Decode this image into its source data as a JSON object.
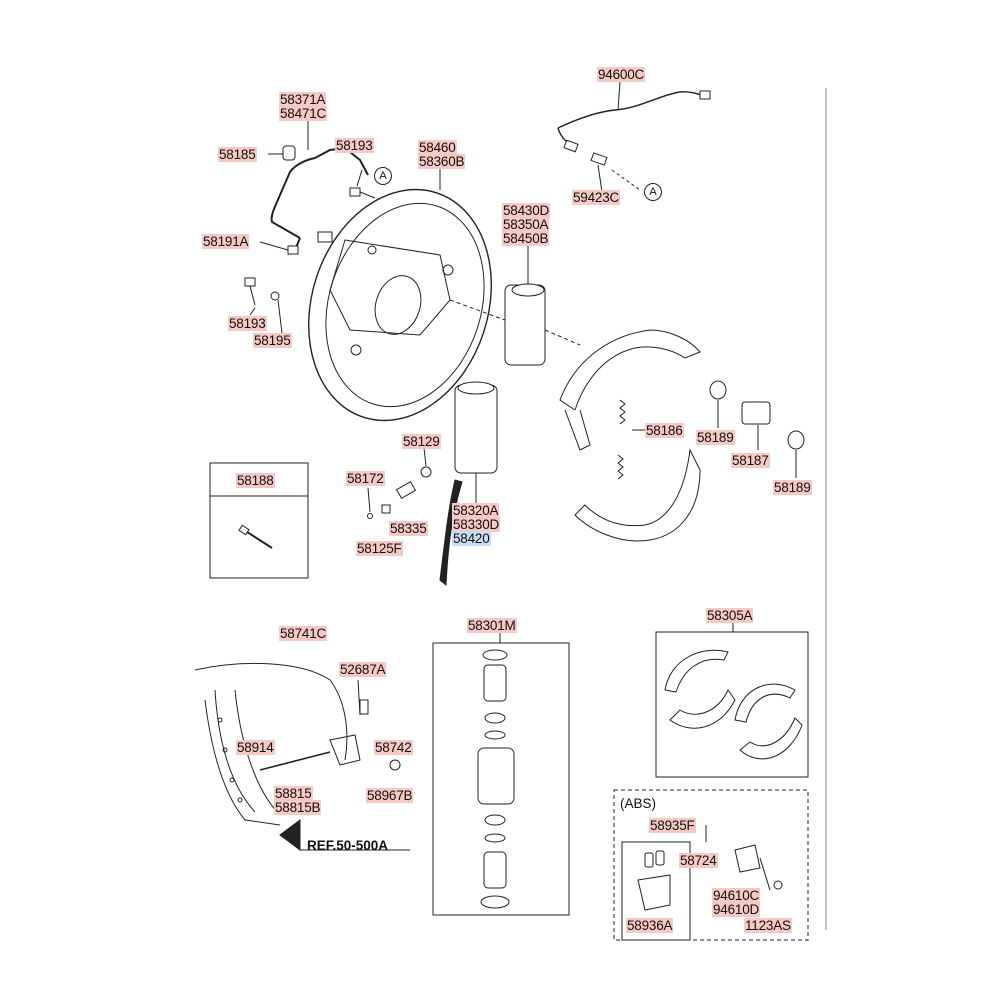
{
  "callouts": {
    "c94600C": "94600C",
    "c58371A": "58371A",
    "c58471C": "58471C",
    "c58185": "58185",
    "c58193a": "58193",
    "c58460": "58460",
    "c58360B": "58360B",
    "c59423C": "59423C",
    "c58430D": "58430D",
    "c58350A": "58350A",
    "c58450B": "58450B",
    "c58191A": "58191A",
    "c58193b": "58193",
    "c58195": "58195",
    "c58186": "58186",
    "c58189a": "58189",
    "c58187": "58187",
    "c58189b": "58189",
    "c58188": "58188",
    "c58129": "58129",
    "c58172": "58172",
    "c58335": "58335",
    "c58125F": "58125F",
    "c58320A": "58320A",
    "c58330D": "58330D",
    "c58420": "58420",
    "c58741C": "58741C",
    "c52687A": "52687A",
    "c58914": "58914",
    "c58742": "58742",
    "c58815": "58815",
    "c58815B": "58815B",
    "c58967B": "58967B",
    "c58301M": "58301M",
    "c58305A": "58305A",
    "c58935F": "58935F",
    "c58724": "58724",
    "c94610C": "94610C",
    "c94610D": "94610D",
    "c58936A": "58936A",
    "c1123AS": "1123AS"
  },
  "markers": {
    "a1": "A",
    "a2": "A"
  },
  "texts": {
    "abs": "(ABS)",
    "ref": "REF.50-500A"
  }
}
